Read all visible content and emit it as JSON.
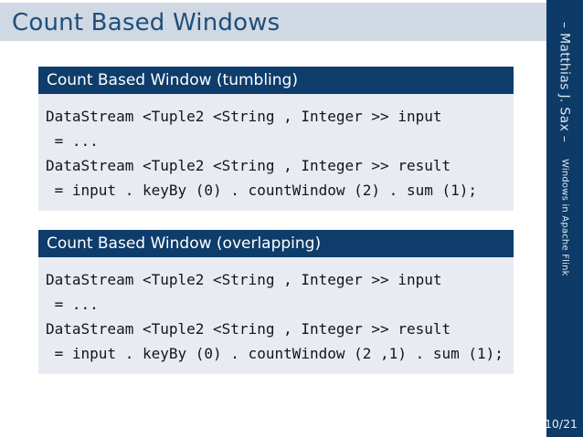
{
  "slide": {
    "title": "Count Based Windows",
    "page_number": "10/21",
    "sidebar": {
      "author": "– Matthias J. Sax –",
      "talk_title": "Windows in Apache Flink"
    },
    "blocks": [
      {
        "title": "Count Based Window (tumbling)",
        "code": [
          "DataStream <Tuple2 <String , Integer >> input",
          " = ...",
          "DataStream <Tuple2 <String , Integer >> result",
          " = input . keyBy (0) . countWindow (2) . sum (1);"
        ]
      },
      {
        "title": "Count Based Window (overlapping)",
        "code": [
          "DataStream <Tuple2 <String , Integer >> input",
          " = ...",
          "DataStream <Tuple2 <String , Integer >> result",
          " = input . keyBy (0) . countWindow (2 ,1) . sum (1);"
        ]
      }
    ],
    "colors": {
      "header_bg": "#cfd8e3",
      "title_text": "#1f4e79",
      "block_title_bg": "#0e3d6c",
      "block_body_bg": "#e8ecf2",
      "sidebar_bg": "#0d3a66",
      "sidebar_text": "#dfe7f0",
      "code_text": "#141414"
    }
  }
}
